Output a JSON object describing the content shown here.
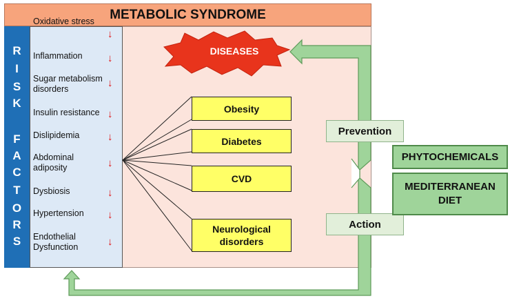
{
  "title": "METABOLIC SYNDROME",
  "side_label": {
    "letters": [
      "R",
      "I",
      "S",
      "K",
      "F",
      "A",
      "C",
      "T",
      "O",
      "R",
      "S"
    ]
  },
  "risk_factors": [
    {
      "label": "Oxidative stress",
      "arrow": "↓"
    },
    {
      "label": "Inflammation",
      "arrow": "↓"
    },
    {
      "label": "Sugar metabolism disorders",
      "arrow": "↓"
    },
    {
      "label": "Insulin resistance",
      "arrow": "↓"
    },
    {
      "label": "Dislipidemia",
      "arrow": "↓"
    },
    {
      "label": "Abdominal adiposity",
      "arrow": "↓"
    },
    {
      "label": "Dysbiosis",
      "arrow": "↓"
    },
    {
      "label": "Hypertension",
      "arrow": "↓"
    },
    {
      "label": "Endothelial Dysfunction",
      "arrow": "↓"
    }
  ],
  "diseases": {
    "label": "DISEASES",
    "items": [
      "Obesity",
      "Diabetes",
      "CVD",
      "Neurological disorders"
    ]
  },
  "interventions": {
    "prevention": "Prevention",
    "action": "Action",
    "phytochemicals": "PHYTOCHEMICALS",
    "mediterranean_diet": "MEDITERRANEAN DIET"
  },
  "colors": {
    "title_bg": "#f7a47c",
    "panel_bg": "#fce4dc",
    "side_bar": "#1f6fb6",
    "factor_panel": "#dde9f6",
    "disease_box": "#ffff66",
    "star": "#e8341c",
    "green_arrow": "#9fd49a",
    "arrow_red": "#e01010"
  }
}
